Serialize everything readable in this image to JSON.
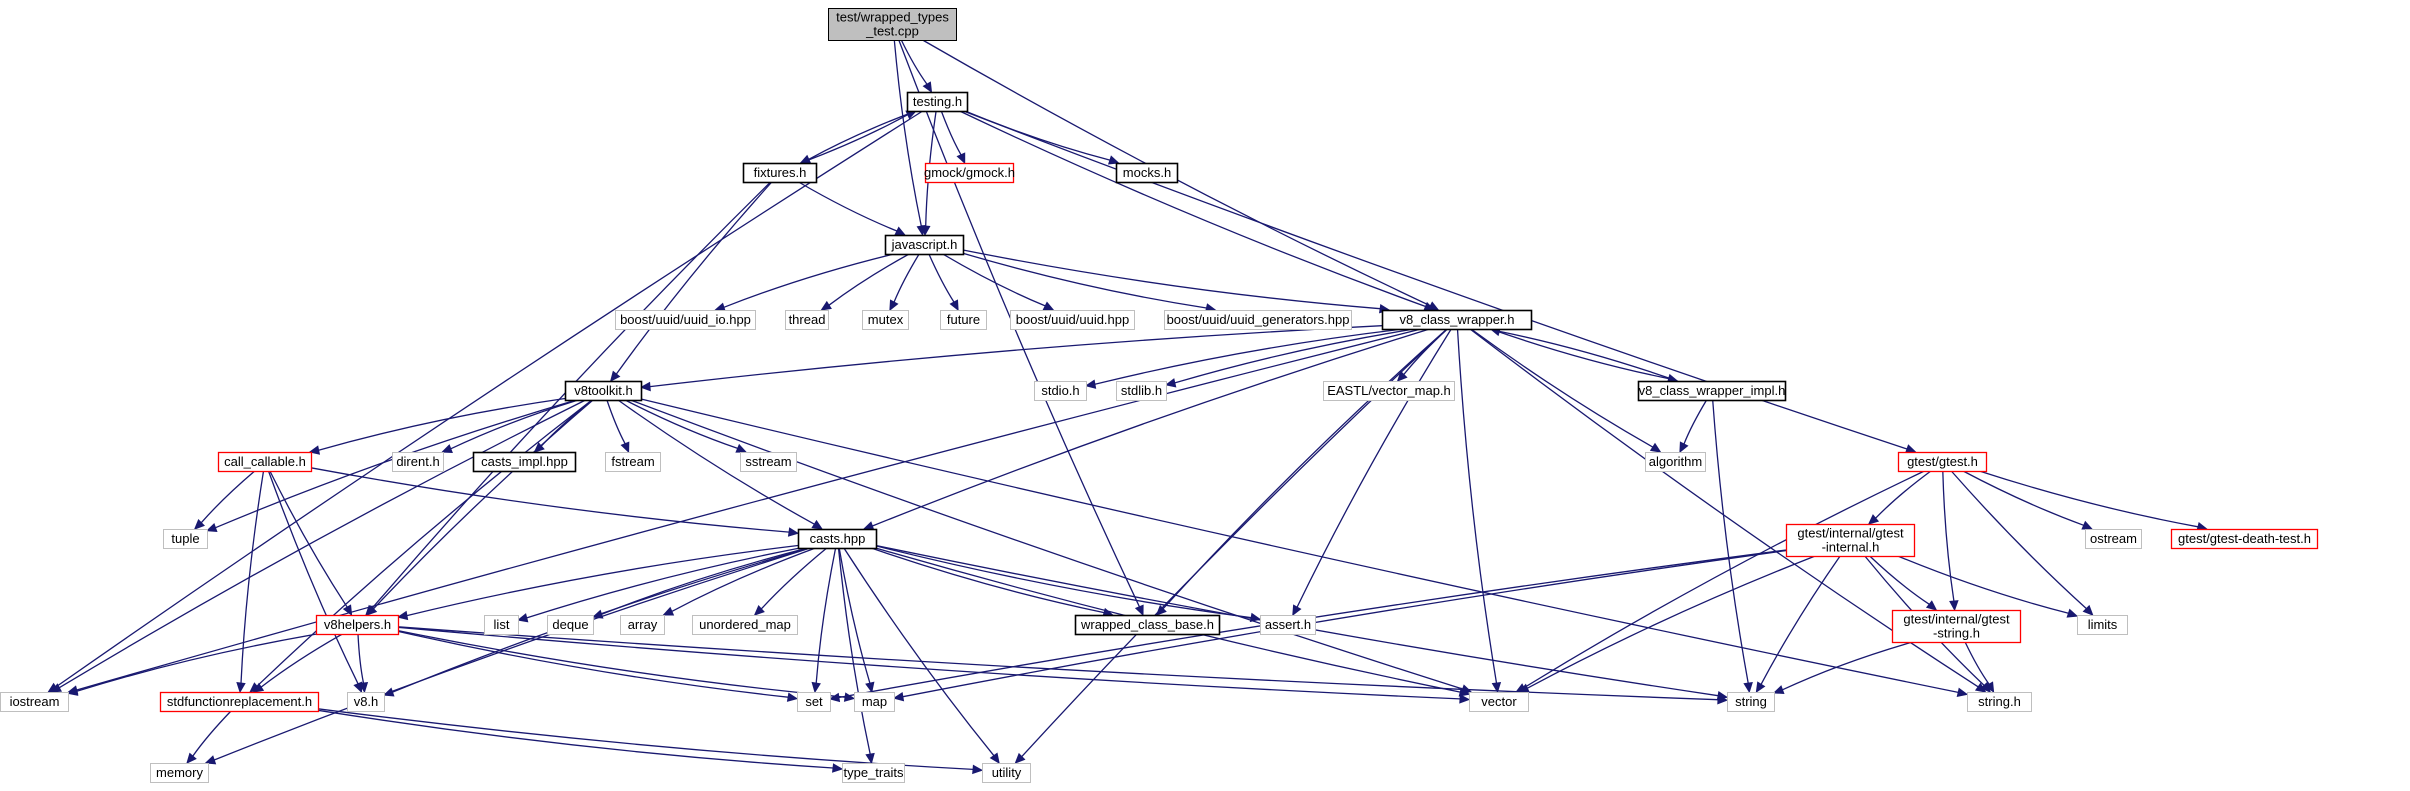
{
  "diagram": {
    "title": "",
    "colors": {
      "edge": "#191970",
      "root_fill": "#bfbfbf",
      "plain_border": "#000000",
      "truncated_border": "#ff0000",
      "external_border": "#bfbfbf",
      "text": "#000000"
    },
    "nodes": [
      {
        "id": "root",
        "lines": [
          "test/wrapped_types",
          "_test.cpp"
        ],
        "style": "root"
      },
      {
        "id": "testing",
        "lines": [
          "testing.h"
        ],
        "style": "plain"
      },
      {
        "id": "fixtures",
        "lines": [
          "fixtures.h"
        ],
        "style": "plain"
      },
      {
        "id": "gmock",
        "lines": [
          "gmock/gmock.h"
        ],
        "style": "truncated"
      },
      {
        "id": "mocks",
        "lines": [
          "mocks.h"
        ],
        "style": "plain"
      },
      {
        "id": "javascript",
        "lines": [
          "javascript.h"
        ],
        "style": "plain"
      },
      {
        "id": "uuid_io",
        "lines": [
          "boost/uuid/uuid_io.hpp"
        ],
        "style": "external"
      },
      {
        "id": "thread",
        "lines": [
          "thread"
        ],
        "style": "external"
      },
      {
        "id": "mutex",
        "lines": [
          "mutex"
        ],
        "style": "external"
      },
      {
        "id": "future",
        "lines": [
          "future"
        ],
        "style": "external"
      },
      {
        "id": "uuid",
        "lines": [
          "boost/uuid/uuid.hpp"
        ],
        "style": "external"
      },
      {
        "id": "uuid_gen",
        "lines": [
          "boost/uuid/uuid_generators.hpp"
        ],
        "style": "external"
      },
      {
        "id": "v8cw",
        "lines": [
          "v8_class_wrapper.h"
        ],
        "style": "plain"
      },
      {
        "id": "v8toolkit",
        "lines": [
          "v8toolkit.h"
        ],
        "style": "plain"
      },
      {
        "id": "stdio",
        "lines": [
          "stdio.h"
        ],
        "style": "external"
      },
      {
        "id": "stdlib",
        "lines": [
          "stdlib.h"
        ],
        "style": "external"
      },
      {
        "id": "eastl",
        "lines": [
          "EASTL/vector_map.h"
        ],
        "style": "external"
      },
      {
        "id": "v8cwi",
        "lines": [
          "v8_class_wrapper_impl.h"
        ],
        "style": "plain"
      },
      {
        "id": "call_callable",
        "lines": [
          "call_callable.h"
        ],
        "style": "truncated"
      },
      {
        "id": "dirent",
        "lines": [
          "dirent.h"
        ],
        "style": "external"
      },
      {
        "id": "casts_impl",
        "lines": [
          "casts_impl.hpp"
        ],
        "style": "plain"
      },
      {
        "id": "fstream",
        "lines": [
          "fstream"
        ],
        "style": "external"
      },
      {
        "id": "sstream",
        "lines": [
          "sstream"
        ],
        "style": "external"
      },
      {
        "id": "algorithm",
        "lines": [
          "algorithm"
        ],
        "style": "external"
      },
      {
        "id": "gtest",
        "lines": [
          "gtest/gtest.h"
        ],
        "style": "truncated"
      },
      {
        "id": "tuple",
        "lines": [
          "tuple"
        ],
        "style": "external"
      },
      {
        "id": "casts",
        "lines": [
          "casts.hpp"
        ],
        "style": "plain"
      },
      {
        "id": "gtest_internal",
        "lines": [
          "gtest/internal/gtest",
          "-internal.h"
        ],
        "style": "truncated"
      },
      {
        "id": "ostream",
        "lines": [
          "ostream"
        ],
        "style": "external"
      },
      {
        "id": "death_test",
        "lines": [
          "gtest/gtest-death-test.h"
        ],
        "style": "truncated"
      },
      {
        "id": "v8helpers",
        "lines": [
          "v8helpers.h"
        ],
        "style": "truncated"
      },
      {
        "id": "list",
        "lines": [
          "list"
        ],
        "style": "external"
      },
      {
        "id": "deque",
        "lines": [
          "deque"
        ],
        "style": "external"
      },
      {
        "id": "array",
        "lines": [
          "array"
        ],
        "style": "external"
      },
      {
        "id": "unordered_map",
        "lines": [
          "unordered_map"
        ],
        "style": "external"
      },
      {
        "id": "wcb",
        "lines": [
          "wrapped_class_base.h"
        ],
        "style": "plain"
      },
      {
        "id": "assert",
        "lines": [
          "assert.h"
        ],
        "style": "external"
      },
      {
        "id": "gtest_string",
        "lines": [
          "gtest/internal/gtest",
          "-string.h"
        ],
        "style": "truncated"
      },
      {
        "id": "limits",
        "lines": [
          "limits"
        ],
        "style": "external"
      },
      {
        "id": "iostream",
        "lines": [
          "iostream"
        ],
        "style": "external"
      },
      {
        "id": "sfr",
        "lines": [
          "stdfunctionreplacement.h"
        ],
        "style": "truncated"
      },
      {
        "id": "v8h",
        "lines": [
          "v8.h"
        ],
        "style": "external"
      },
      {
        "id": "set",
        "lines": [
          "set"
        ],
        "style": "external"
      },
      {
        "id": "map",
        "lines": [
          "map"
        ],
        "style": "external"
      },
      {
        "id": "vector",
        "lines": [
          "vector"
        ],
        "style": "external"
      },
      {
        "id": "string",
        "lines": [
          "string"
        ],
        "style": "external"
      },
      {
        "id": "stringh",
        "lines": [
          "string.h"
        ],
        "style": "external"
      },
      {
        "id": "memory",
        "lines": [
          "memory"
        ],
        "style": "external"
      },
      {
        "id": "type_traits",
        "lines": [
          "type_traits"
        ],
        "style": "external"
      },
      {
        "id": "utility",
        "lines": [
          "utility"
        ],
        "style": "external"
      }
    ],
    "edges": [
      [
        "root",
        "testing"
      ],
      [
        "root",
        "javascript"
      ],
      [
        "root",
        "v8cw"
      ],
      [
        "root",
        "wcb"
      ],
      [
        "testing",
        "fixtures"
      ],
      [
        "testing",
        "gmock"
      ],
      [
        "testing",
        "mocks"
      ],
      [
        "testing",
        "javascript"
      ],
      [
        "testing",
        "v8cw"
      ],
      [
        "testing",
        "gtest"
      ],
      [
        "testing",
        "iostream"
      ],
      [
        "fixtures",
        "testing"
      ],
      [
        "fixtures",
        "javascript"
      ],
      [
        "fixtures",
        "v8toolkit"
      ],
      [
        "fixtures",
        "v8helpers"
      ],
      [
        "javascript",
        "uuid_io"
      ],
      [
        "javascript",
        "thread"
      ],
      [
        "javascript",
        "mutex"
      ],
      [
        "javascript",
        "future"
      ],
      [
        "javascript",
        "uuid"
      ],
      [
        "javascript",
        "uuid_gen"
      ],
      [
        "javascript",
        "v8cw"
      ],
      [
        "v8cw",
        "v8toolkit"
      ],
      [
        "v8cw",
        "stdio"
      ],
      [
        "v8cw",
        "stdlib"
      ],
      [
        "v8cw",
        "eastl"
      ],
      [
        "v8cw",
        "v8cwi"
      ],
      [
        "v8cw",
        "algorithm"
      ],
      [
        "v8cw",
        "casts"
      ],
      [
        "v8cw",
        "wcb"
      ],
      [
        "v8cw",
        "assert"
      ],
      [
        "v8cw",
        "vector"
      ],
      [
        "v8cw",
        "stringh"
      ],
      [
        "v8cw",
        "utility"
      ],
      [
        "v8cw",
        "iostream"
      ],
      [
        "v8cwi",
        "v8cw"
      ],
      [
        "v8cwi",
        "algorithm"
      ],
      [
        "v8cwi",
        "string"
      ],
      [
        "v8toolkit",
        "call_callable"
      ],
      [
        "v8toolkit",
        "dirent"
      ],
      [
        "v8toolkit",
        "casts_impl"
      ],
      [
        "v8toolkit",
        "fstream"
      ],
      [
        "v8toolkit",
        "sstream"
      ],
      [
        "v8toolkit",
        "casts"
      ],
      [
        "v8toolkit",
        "tuple"
      ],
      [
        "v8toolkit",
        "v8helpers"
      ],
      [
        "v8toolkit",
        "iostream"
      ],
      [
        "v8toolkit",
        "sfr"
      ],
      [
        "v8toolkit",
        "vector"
      ],
      [
        "v8toolkit",
        "stringh"
      ],
      [
        "call_callable",
        "tuple"
      ],
      [
        "call_callable",
        "casts"
      ],
      [
        "call_callable",
        "v8helpers"
      ],
      [
        "call_callable",
        "sfr"
      ],
      [
        "call_callable",
        "v8h"
      ],
      [
        "casts",
        "v8helpers"
      ],
      [
        "casts",
        "list"
      ],
      [
        "casts",
        "deque"
      ],
      [
        "casts",
        "array"
      ],
      [
        "casts",
        "unordered_map"
      ],
      [
        "casts",
        "wcb"
      ],
      [
        "casts",
        "assert"
      ],
      [
        "casts",
        "v8h"
      ],
      [
        "casts",
        "set"
      ],
      [
        "casts",
        "map"
      ],
      [
        "casts",
        "vector"
      ],
      [
        "casts",
        "string"
      ],
      [
        "casts",
        "type_traits"
      ],
      [
        "casts",
        "utility"
      ],
      [
        "casts",
        "memory"
      ],
      [
        "v8helpers",
        "iostream"
      ],
      [
        "v8helpers",
        "sfr"
      ],
      [
        "v8helpers",
        "v8h"
      ],
      [
        "v8helpers",
        "set"
      ],
      [
        "v8helpers",
        "map"
      ],
      [
        "v8helpers",
        "vector"
      ],
      [
        "v8helpers",
        "string"
      ],
      [
        "sfr",
        "memory"
      ],
      [
        "sfr",
        "type_traits"
      ],
      [
        "sfr",
        "utility"
      ],
      [
        "gtest",
        "gtest_internal"
      ],
      [
        "gtest",
        "ostream"
      ],
      [
        "gtest",
        "death_test"
      ],
      [
        "gtest",
        "gtest_string"
      ],
      [
        "gtest",
        "limits"
      ],
      [
        "gtest",
        "vector"
      ],
      [
        "gtest_internal",
        "gtest_string"
      ],
      [
        "gtest_internal",
        "limits"
      ],
      [
        "gtest_internal",
        "string"
      ],
      [
        "gtest_internal",
        "stringh"
      ],
      [
        "gtest_internal",
        "vector"
      ],
      [
        "gtest_internal",
        "set"
      ],
      [
        "gtest_internal",
        "map"
      ],
      [
        "gtest_string",
        "string"
      ],
      [
        "gtest_string",
        "stringh"
      ]
    ]
  }
}
